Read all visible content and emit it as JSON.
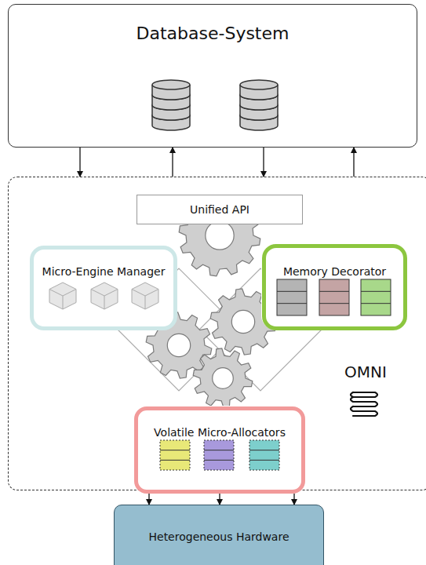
{
  "diagram": {
    "nodes": [
      {
        "text": [
          "Database-System"
        ]
      },
      {
        "text": [
          "OMNI"
        ]
      },
      {
        "text": [
          "Unified API"
        ],
        "in": 1
      },
      {
        "text": [
          "Micro-Engine Manager"
        ],
        "in": 1
      },
      {
        "text": [
          "Memory Decorator"
        ],
        "in": 1
      },
      {
        "text": [
          "Volatile Micro-Allocators"
        ],
        "in": 1
      },
      {
        "text": [
          "Heterogeneous Hardware"
        ]
      }
    ],
    "edges": [
      {
        "from": 0,
        "to": 1,
        "arrow": "to"
      },
      {
        "from": 1,
        "to": 0,
        "arrow": "to"
      },
      {
        "from": 0,
        "to": 1,
        "arrow": "to"
      },
      {
        "from": 1,
        "to": 0,
        "arrow": "to"
      },
      {
        "from": 5,
        "to": 6,
        "arrow": "to"
      },
      {
        "from": 5,
        "to": 6,
        "arrow": "to"
      },
      {
        "from": 5,
        "to": 6,
        "arrow": "to"
      }
    ]
  }
}
